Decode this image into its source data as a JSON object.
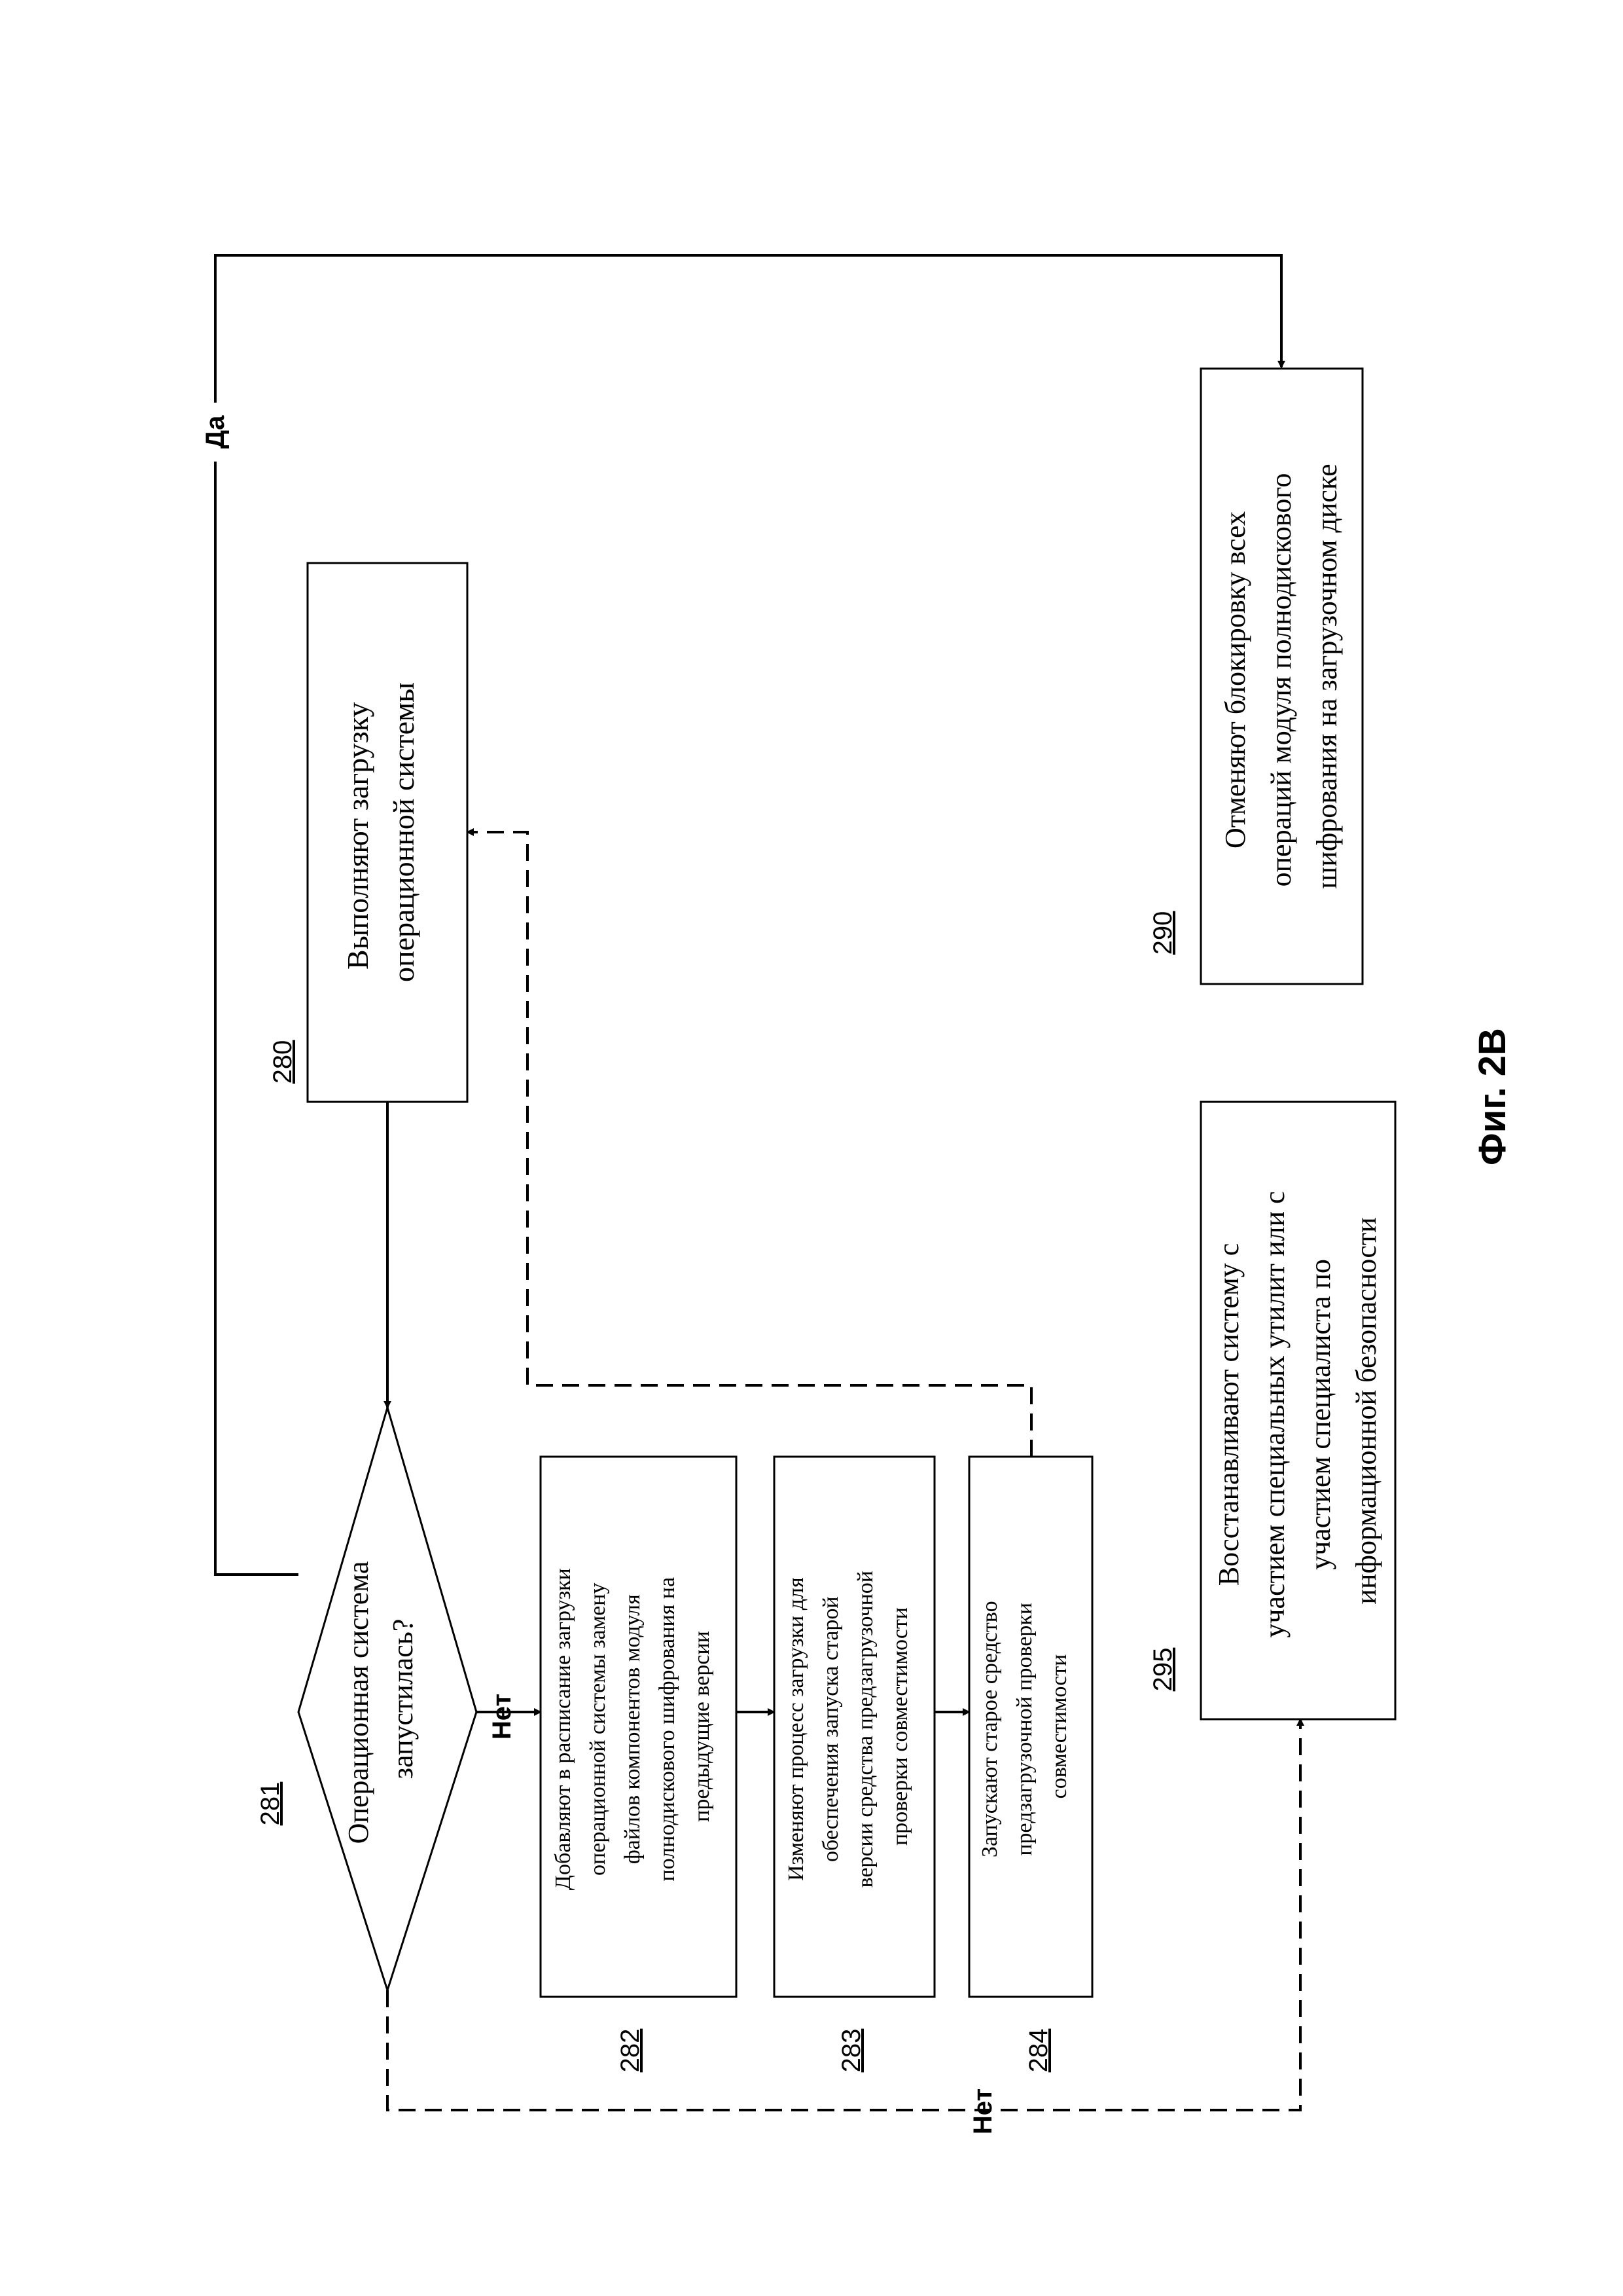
{
  "figure": {
    "caption": "Фиг. 2В"
  },
  "nodes": {
    "n280": {
      "ref": "280",
      "lines": [
        "Выполняют загрузку",
        "операционной системы"
      ]
    },
    "n281": {
      "ref": "281",
      "lines": [
        "Операционная система",
        "запустилась?"
      ]
    },
    "n282": {
      "ref": "282",
      "lines": [
        "Добавляют в расписание загрузки",
        "операционной системы замену",
        "файлов компонентов модуля",
        "полнодискового шифрования на",
        "предыдущие версии"
      ]
    },
    "n283": {
      "ref": "283",
      "lines": [
        "Изменяют процесс загрузки для",
        "обеспечения запуска старой",
        "версии средства предзагрузочной",
        "проверки совместимости"
      ]
    },
    "n284": {
      "ref": "284",
      "lines": [
        "Запускают старое средство",
        "предзагрузочной проверки",
        "совместимости"
      ]
    },
    "n290": {
      "ref": "290",
      "lines": [
        "Отменяют блокировку всех",
        "операций модуля полнодискового",
        "шифрования на загрузочном диске"
      ]
    },
    "n295": {
      "ref": "295",
      "lines": [
        "Восстанавливают систему с",
        "участием специальных утилит или с",
        "участием специалиста по",
        "информационной безопасности"
      ]
    }
  },
  "edges": {
    "yes_label": "Да",
    "no_label_right": "Нет",
    "no_label_bottom": "Нет"
  }
}
